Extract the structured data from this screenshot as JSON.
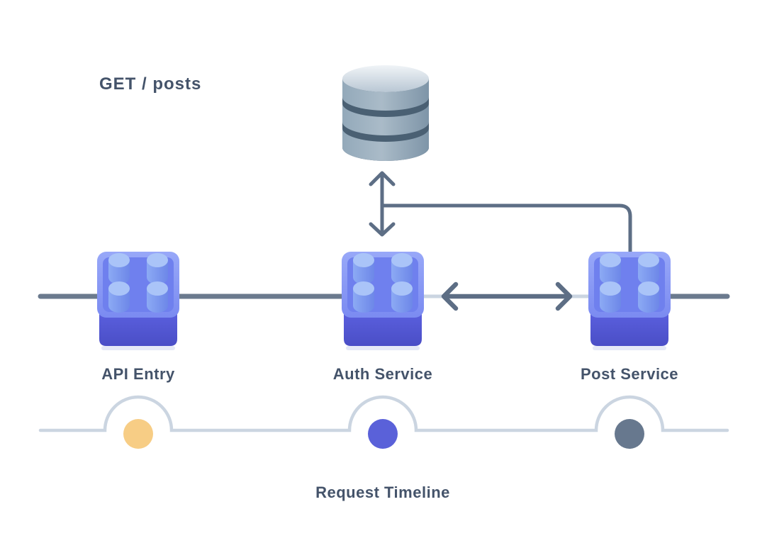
{
  "diagram": {
    "title_area": {
      "request_label": "GET / posts"
    },
    "database": {
      "icon": "database-cylinder-icon"
    },
    "nodes": [
      {
        "id": "api-entry",
        "label": "API Entry",
        "icon": "brick-icon"
      },
      {
        "id": "auth-service",
        "label": "Auth Service",
        "icon": "brick-icon"
      },
      {
        "id": "post-service",
        "label": "Post Service",
        "icon": "brick-icon"
      }
    ],
    "timeline": {
      "label": "Request Timeline",
      "points": [
        {
          "id": "api-entry-point",
          "color": "#f7cd85"
        },
        {
          "id": "auth-service-point",
          "color": "#5a61d9"
        },
        {
          "id": "post-service-point",
          "color": "#67788e"
        }
      ]
    },
    "colors": {
      "text": "#44536a",
      "flow_line_dark": "#6b7a8e",
      "flow_line_light": "#cbd5e1",
      "arrow": "#5d6e85",
      "brick_top": "#7f8ff2",
      "brick_bottom": "#5257d2",
      "brick_stud": "#aac4f8",
      "db_body": "#9bafc0",
      "db_band": "#4a6073",
      "background": "#ffffff"
    }
  }
}
